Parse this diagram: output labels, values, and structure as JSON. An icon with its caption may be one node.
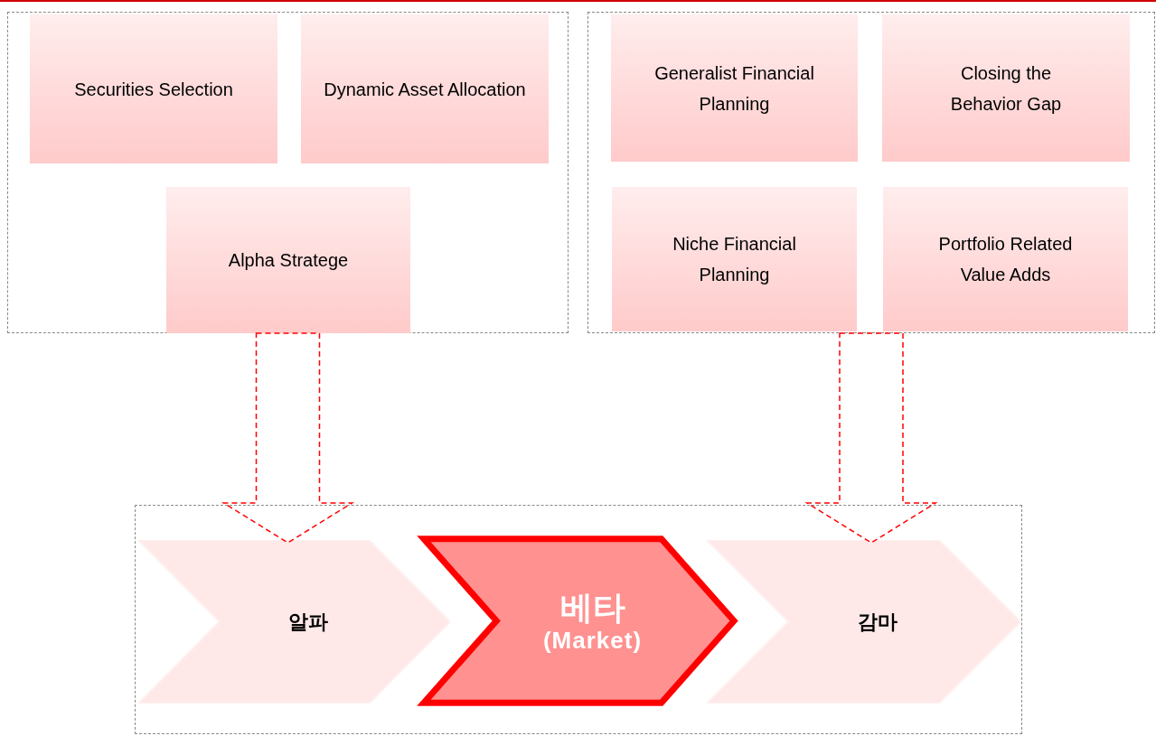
{
  "diagram": {
    "nodes": [
      {
        "text": [],
        "shape": "box"
      },
      {
        "text": [
          "Securities Selection"
        ],
        "in": 0
      },
      {
        "text": [
          "Dynamic Asset Allocation"
        ],
        "in": 0
      },
      {
        "text": [
          "Alpha Stratege"
        ],
        "in": 0
      },
      {
        "text": [],
        "shape": "box"
      },
      {
        "text": [
          "Generalist Financial Planning"
        ],
        "in": 4
      },
      {
        "text": [
          "Closing the Behavior Gap"
        ],
        "in": 4
      },
      {
        "text": [
          "Niche Financial Planning"
        ],
        "in": 4
      },
      {
        "text": [
          "Portfolio Related Value Adds"
        ],
        "in": 4
      },
      {
        "text": [],
        "shape": "box"
      },
      {
        "text": [
          "알파"
        ],
        "in": 9
      },
      {
        "text": [
          "베타",
          "(Market)"
        ],
        "in": 9
      },
      {
        "text": [
          "감마"
        ],
        "in": 9
      }
    ],
    "edges": [
      {
        "from": 0,
        "to": 10,
        "arrow": "to",
        "style": "dashed",
        "color": "#ff0000"
      },
      {
        "from": 4,
        "to": 12,
        "arrow": "to",
        "style": "dashed",
        "color": "#ff0000"
      }
    ]
  }
}
